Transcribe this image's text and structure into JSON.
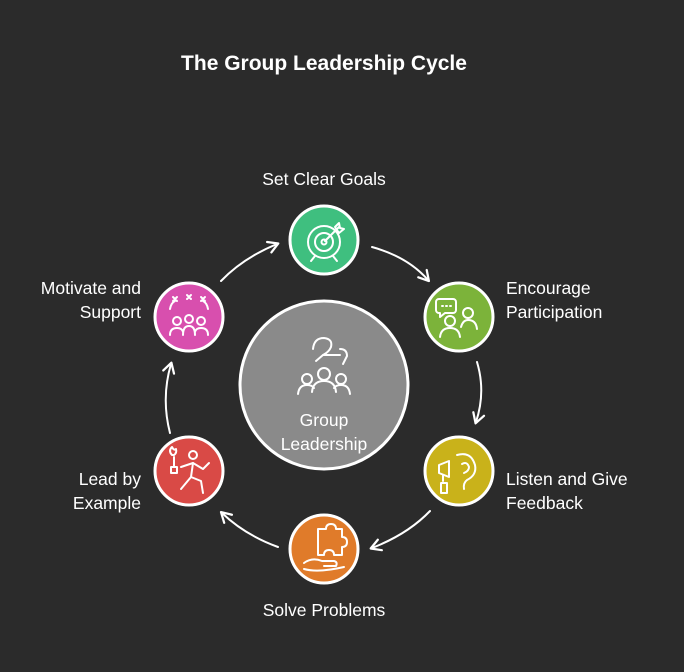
{
  "title": "The Group Leadership Cycle",
  "center": {
    "line1": "Group",
    "line2": "Leadership",
    "color": "#8a8a8a",
    "icon": "group-leader-icon"
  },
  "steps": [
    {
      "line1": "Set Clear Goals",
      "line2": "",
      "color": "#3fbf7f",
      "icon": "target-icon"
    },
    {
      "line1": "Encourage",
      "line2": "Participation",
      "color": "#7cb33a",
      "icon": "chat-people-icon"
    },
    {
      "line1": "Listen and Give",
      "line2": "Feedback",
      "color": "#c9b21a",
      "icon": "ear-megaphone-icon"
    },
    {
      "line1": "Solve Problems",
      "line2": "",
      "color": "#e07b2a",
      "icon": "puzzle-hand-icon"
    },
    {
      "line1": "Lead by",
      "line2": "Example",
      "color": "#d94a46",
      "icon": "torch-runner-icon"
    },
    {
      "line1": "Motivate and",
      "line2": "Support",
      "color": "#d84fae",
      "icon": "team-celebration-icon"
    }
  ]
}
